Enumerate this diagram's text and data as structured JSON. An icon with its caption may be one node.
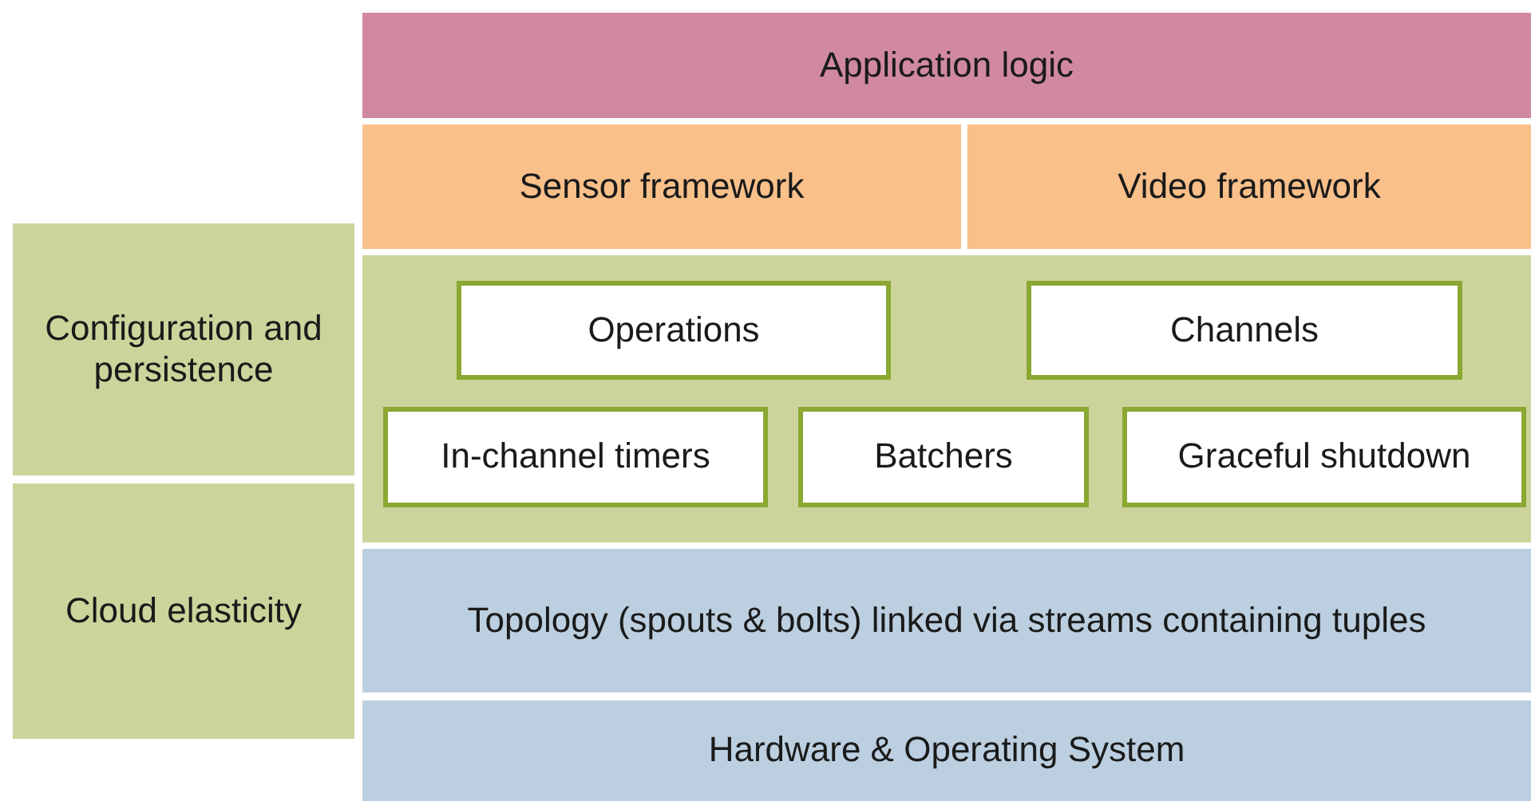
{
  "diagram": {
    "nodes": [
      {
        "text": [
          "Configuration and persistence"
        ]
      },
      {
        "text": [
          "Cloud elasticity"
        ]
      },
      {
        "text": [
          "Application logic"
        ]
      },
      {
        "text": [
          "Sensor framework"
        ]
      },
      {
        "text": [
          "Video framework"
        ]
      },
      {
        "text": [],
        "shape": "box"
      },
      {
        "text": [
          "Operations"
        ],
        "in": 5
      },
      {
        "text": [
          "Channels"
        ],
        "in": 5
      },
      {
        "text": [
          "In-channel timers"
        ],
        "in": 5
      },
      {
        "text": [
          "Batchers"
        ],
        "in": 5
      },
      {
        "text": [
          "Graceful shutdown"
        ],
        "in": 5
      },
      {
        "text": [
          "Topology (spouts & bolts) linked via streams containing tuples"
        ]
      },
      {
        "text": [
          "Hardware & Operating System"
        ]
      }
    ]
  }
}
